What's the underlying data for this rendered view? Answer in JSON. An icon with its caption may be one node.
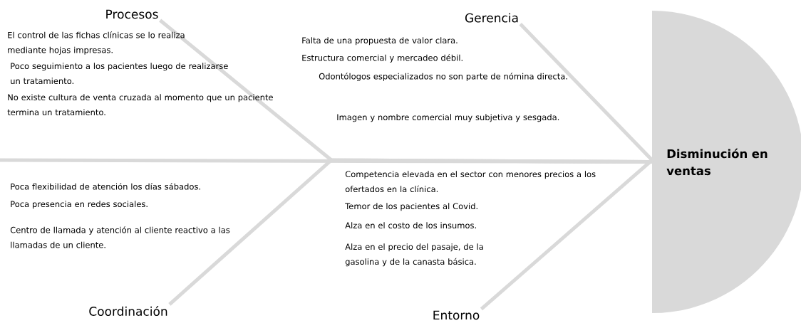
{
  "diagram": {
    "nodes": [
      {
        "text": [
          "Procesos"
        ]
      },
      {
        "text": [
          "Gerencia"
        ]
      },
      {
        "text": [
          "Disminución en ventas"
        ]
      },
      {
        "text": [
          "Coordinación"
        ]
      },
      {
        "text": [
          "Entorno"
        ]
      }
    ],
    "edges": [
      {
        "from": 0,
        "to": 2,
        "arrow": "none"
      },
      {
        "from": 1,
        "to": 2,
        "arrow": "none"
      },
      {
        "from": 3,
        "to": 2,
        "arrow": "none"
      },
      {
        "from": 4,
        "to": 2,
        "arrow": "none"
      },
      {
        "from": null,
        "to": 2,
        "arrow": "none"
      }
    ],
    "labels": [
      "El control de las fichas clínicas se lo realiza mediante hojas impresas.",
      "Poco seguimiento a los pacientes luego de realizarse un tratamiento.",
      "No existe cultura de venta cruzada al momento que un paciente termina un tratamiento.",
      "Falta de una propuesta de valor clara.",
      "Estructura comercial y mercadeo débil.",
      "Odontólogos especializados no son parte de nómina directa.",
      "Imagen y nombre comercial muy subjetiva y sesgada.",
      "Poca flexibilidad de atención los días sábados.",
      "Poca presencia en redes sociales.",
      "Centro de llamada y atención al cliente reactivo a las llamadas de un cliente.",
      "Competencia elevada en el sector con menores precios a los ofertados en la clínica.",
      "Temor de los pacientes al Covid.",
      "Alza en el costo de los insumos.",
      "Alza en el precio del pasaje, de la gasolina y de la canasta básica."
    ]
  }
}
